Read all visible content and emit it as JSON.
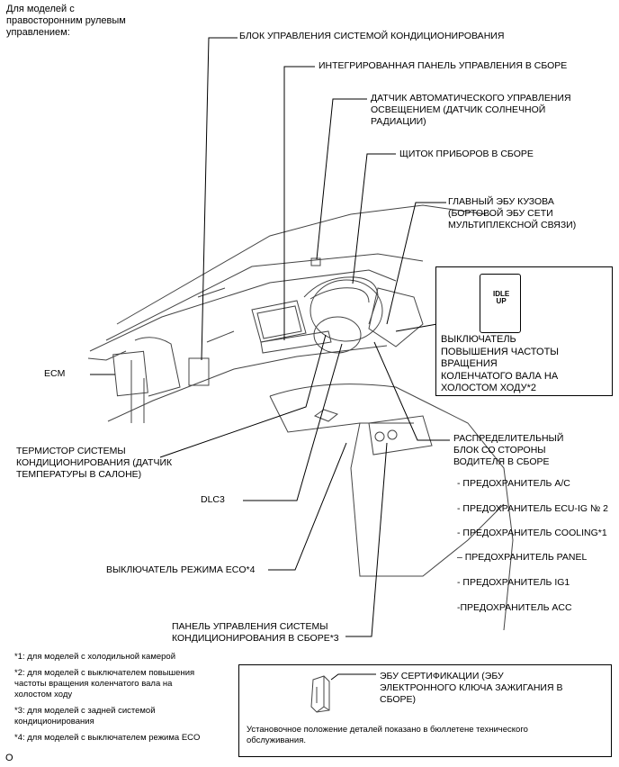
{
  "heading": "Для моделей с\nправосторонним рулевым\nуправлением:",
  "labels": {
    "ac_control_unit": "БЛОК УПРАВЛЕНИЯ СИСТЕМОЙ КОНДИЦИОНИРОВАНИЯ",
    "integrated_panel": "ИНТЕГРИРОВАННАЯ ПАНЕЛЬ УПРАВЛЕНИЯ В СБОРЕ",
    "light_sensor": "ДАТЧИК АВТОМАТИЧЕСКОГО УПРАВЛЕНИЯ\nОСВЕЩЕНИЕМ (ДАТЧИК СОЛНЕЧНОЙ\nРАДИАЦИИ)",
    "instrument_panel": "ЩИТОК ПРИБОРОВ В СБОРЕ",
    "main_body_ecu": "ГЛАВНЫЙ ЭБУ КУЗОВА\n(БОРТОВОЙ ЭБУ СЕТИ\nМУЛЬТИПЛЕКСНОЙ СВЯЗИ)",
    "idle_switch": "ВЫКЛЮЧАТЕЛЬ\nПОВЫШЕНИЯ ЧАСТОТЫ\nВРАЩЕНИЯ\nКОЛЕНЧАТОГО ВАЛА НА\nХОЛОСТОМ ХОДУ*2",
    "ecm": "ECM",
    "thermistor": "ТЕРМИСТОР СИСТЕМЫ\nКОНДИЦИОНИРОВАНИЯ (ДАТЧИК\nТЕМПЕРАТУРЫ В САЛОНЕ)",
    "dlc3": "DLC3",
    "eco_switch": "ВЫКЛЮЧАТЕЛЬ РЕЖИМА ECO*4",
    "rear_ac_panel": "ПАНЕЛЬ УПРАВЛЕНИЯ СИСТЕМЫ\nКОНДИЦИОНИРОВАНИЯ В СБОРЕ*3",
    "junction_block": "РАСПРЕДЕЛИТЕЛЬНЫЙ\nБЛОК СО СТОРОНЫ\nВОДИТЕЛЯ В СБОРЕ"
  },
  "idle_button_text": "IDLE\nUP",
  "fuses": [
    "- ПРЕДОХРАНИТЕЛЬ A/C",
    "- ПРЕДОХРАНИТЕЛЬ ECU-IG № 2",
    "- ПРЕДОХРАНИТЕЛЬ COOLING*1",
    "– ПРЕДОХРАНИТЕЛЬ PANEL",
    "- ПРЕДОХРАНИТЕЛЬ IG1",
    "-ПРЕДОХРАНИТЕЛЬ ACC"
  ],
  "footnotes": [
    "*1: для моделей с холодильной камерой",
    "*2: для моделей с выключателем повышения\nчастоты вращения коленчатого вала на\nхолостом ходу",
    "*3: для моделей с задней системой\nкондиционирования",
    "*4: для моделей с выключателем режима ECO"
  ],
  "cert_ecu": "ЭБУ СЕРТИФИКАЦИИ (ЭБУ\nЭЛЕКТРОННОГО КЛЮЧА ЗАЖИГАНИЯ В\nСБОРЕ)",
  "install_note": "Установочное положение деталей показано в бюллетене технического\nобслуживания.",
  "page_mark": "O"
}
